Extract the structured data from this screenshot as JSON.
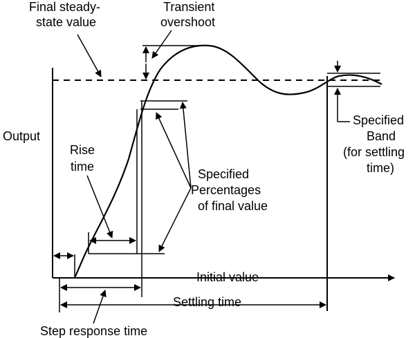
{
  "labels": {
    "final_steady_state": [
      "Final steady-",
      "state value"
    ],
    "transient_overshoot": [
      "Transient",
      "overshoot"
    ],
    "output": "Output",
    "rise_time": [
      "Rise",
      "time"
    ],
    "specified_percentages": [
      "Specified",
      "Percentages",
      "of final value"
    ],
    "specified_band": [
      "Specified",
      "Band",
      "(for settling",
      "time)"
    ],
    "initial_value": "Initial value",
    "settling_time": "Settling time",
    "step_response_time": "Step response time"
  }
}
